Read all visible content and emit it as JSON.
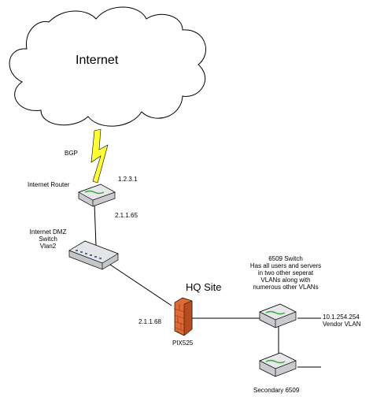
{
  "cloud": {
    "label": "Internet"
  },
  "links": {
    "bgp_label": "BGP"
  },
  "nodes": {
    "internet_router": {
      "name": "Internet Router",
      "ip_top": "1.2.3.1",
      "ip_bottom": "2.1.1.65"
    },
    "dmz_switch": {
      "name_lines": [
        "Internet DMZ",
        "Switch",
        "Vlan2"
      ]
    },
    "firewall": {
      "name": "PIX525",
      "ip": "2.1.1.68"
    },
    "switch_6509": {
      "title_lines": [
        "6509 Switch",
        "Has all users and servers",
        "in two other seperat",
        "VLANs along with",
        "numerous other VLANs"
      ],
      "vendor_ip": "10.1.254.254",
      "vendor_label": "Vendor VLAN"
    },
    "secondary_6509": {
      "name": "Secondary 6509"
    }
  },
  "site": {
    "label": "HQ Site"
  },
  "colors": {
    "cloud_fill": "#ffffff",
    "bolt": "#ffff33",
    "firewall": "#e8622c",
    "device": "#d4d6da"
  }
}
